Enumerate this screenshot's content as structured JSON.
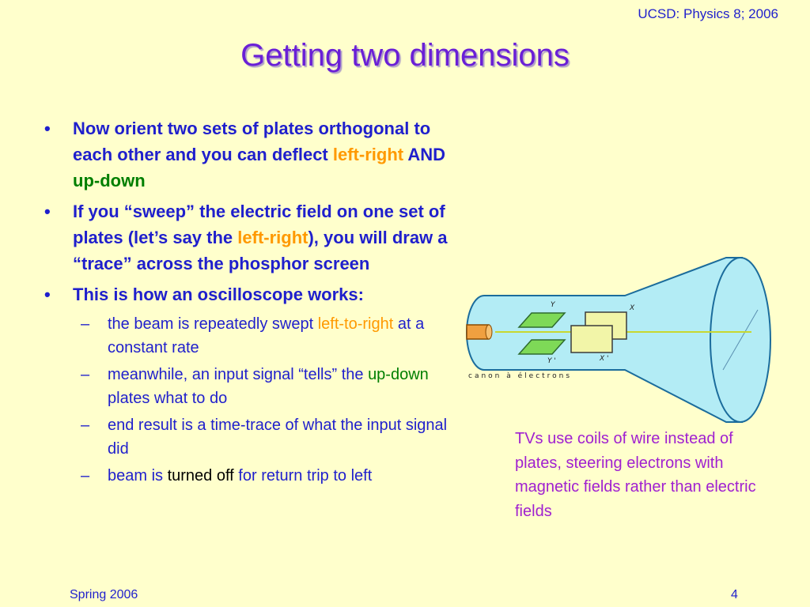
{
  "header": {
    "course": "UCSD: Physics 8; 2006"
  },
  "title": "Getting two dimensions",
  "bullets": [
    {
      "parts": [
        "Now orient two sets of plates orthogonal to each other and you can deflect ",
        "left-right",
        " AND ",
        "up-down"
      ]
    },
    {
      "parts": [
        "If you “sweep” the electric field on one set of plates (let’s say the ",
        "left-right",
        "), you will draw a “trace” across the phosphor screen"
      ]
    },
    {
      "parts": [
        "This is how an oscilloscope works:"
      ]
    }
  ],
  "subbullets": [
    {
      "parts": [
        "the beam is repeatedly swept ",
        "left-to-right",
        " at a constant rate"
      ]
    },
    {
      "parts": [
        "meanwhile, an input signal “tells” the ",
        "up-down",
        " plates what to do"
      ]
    },
    {
      "parts": [
        "end result is a time-trace of what the input signal did"
      ]
    },
    {
      "parts": [
        "beam is ",
        "turned off",
        " for return trip to left"
      ]
    }
  ],
  "diagram": {
    "label_y": "Y",
    "label_x": "X",
    "label_y_prime": "Y '",
    "label_x_prime": "X '",
    "gun_label": "canon à électrons"
  },
  "caption": "TVs use coils of wire instead of plates, steering electrons with magnetic fields rather than electric fields",
  "footer": {
    "term": "Spring 2006",
    "page": "4"
  },
  "colors": {
    "title": "#6a1fd6",
    "text": "#1f1fcc",
    "highlight_orange": "#ff9900",
    "highlight_green": "#007f00",
    "caption": "#a020d0",
    "background": "#ffffcc",
    "tube": "#b3ecf5"
  }
}
